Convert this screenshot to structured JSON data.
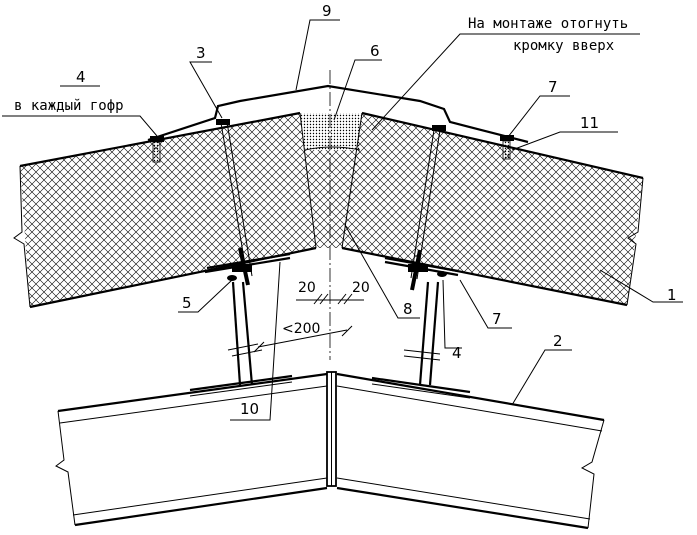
{
  "colors": {
    "line": "#000000",
    "background": "#ffffff",
    "hatch": "#000000"
  },
  "callouts": [
    {
      "id": "c1",
      "number": "1"
    },
    {
      "id": "c2",
      "number": "2"
    },
    {
      "id": "c3",
      "number": "3"
    },
    {
      "id": "c4a",
      "number": "4",
      "note": "в каждый гофр"
    },
    {
      "id": "c4b",
      "number": "4"
    },
    {
      "id": "c5",
      "number": "5"
    },
    {
      "id": "c6",
      "number": "6"
    },
    {
      "id": "c7a",
      "number": "7"
    },
    {
      "id": "c7b",
      "number": "7"
    },
    {
      "id": "c8",
      "number": "8"
    },
    {
      "id": "c9",
      "number": "9",
      "note_line1": "На монтаже отогнуть",
      "note_line2": "кромку вверх"
    },
    {
      "id": "c10",
      "number": "10"
    },
    {
      "id": "c11",
      "number": "11"
    }
  ],
  "dimensions": {
    "gap_left": "20",
    "gap_right": "20",
    "max_offset": "<200"
  }
}
